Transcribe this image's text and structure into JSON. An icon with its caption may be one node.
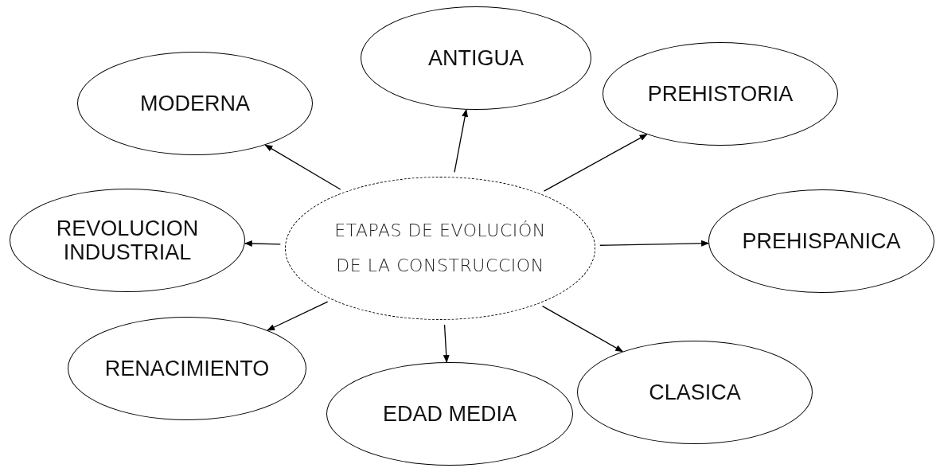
{
  "diagram": {
    "nodes": [
      {
        "text": [
          "ETAPAS DE EVOLUCIÓN DE LA CONSTRUCCION"
        ]
      },
      {
        "text": [
          "ANTIGUA"
        ]
      },
      {
        "text": [
          "MODERNA"
        ]
      },
      {
        "text": [
          "PREHISTORIA"
        ]
      },
      {
        "text": [
          "REVOLUCION INDUSTRIAL"
        ]
      },
      {
        "text": [
          "PREHISPANICA"
        ]
      },
      {
        "text": [
          "RENACIMIENTO"
        ]
      },
      {
        "text": [
          "CLASICA"
        ]
      },
      {
        "text": [
          "EDAD MEDIA"
        ]
      }
    ],
    "edges": [
      {
        "from": 0,
        "to": 2,
        "arrow": "to"
      },
      {
        "from": 0,
        "to": 1,
        "arrow": "to"
      },
      {
        "from": 0,
        "to": 3,
        "arrow": "to"
      },
      {
        "from": 0,
        "to": 4,
        "arrow": "to"
      },
      {
        "from": 0,
        "to": 5,
        "arrow": "to"
      },
      {
        "from": 0,
        "to": 6,
        "arrow": "to"
      },
      {
        "from": 0,
        "to": 8,
        "arrow": "to"
      },
      {
        "from": 0,
        "to": 7,
        "arrow": "to"
      }
    ]
  }
}
